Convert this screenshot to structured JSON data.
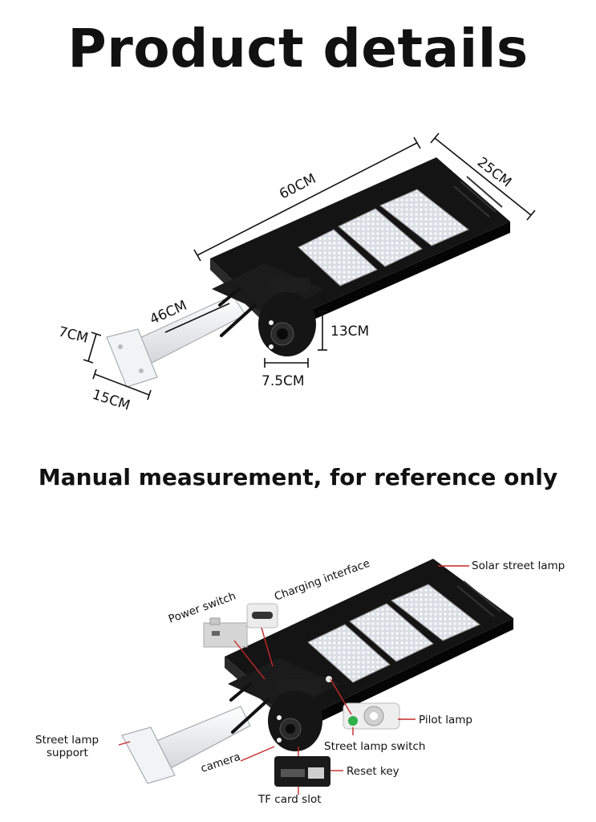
{
  "header": {
    "title": "Product details"
  },
  "dimensions": {
    "length": "60CM",
    "width": "25CM",
    "arm_length": "46CM",
    "bracket_height": "7CM",
    "bracket_width": "15CM",
    "camera_height": "13CM",
    "camera_width": "7.5CM"
  },
  "note": "Manual measurement, for reference only",
  "parts": {
    "solar_street_lamp": "Solar street lamp",
    "charging_interface": "Charging interface",
    "power_switch": "Power switch",
    "pilot_lamp": "Pilot lamp",
    "street_lamp_switch": "Street lamp switch",
    "street_lamp_support_line1": "Street lamp",
    "street_lamp_support_line2": "support",
    "camera": "camera",
    "reset_key": "Reset key",
    "tf_card_slot": "TF card slot"
  }
}
